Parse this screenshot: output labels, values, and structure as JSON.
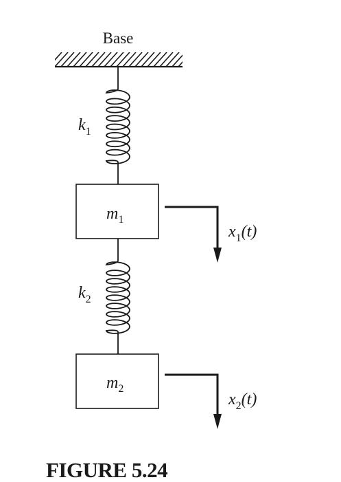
{
  "base_label": "Base",
  "springs": [
    {
      "symbol": "k",
      "subscript": "1"
    },
    {
      "symbol": "k",
      "subscript": "2"
    }
  ],
  "masses": [
    {
      "symbol": "m",
      "subscript": "1"
    },
    {
      "symbol": "m",
      "subscript": "2"
    }
  ],
  "displacements": [
    {
      "symbol": "x",
      "subscript": "1",
      "argument": "(t)"
    },
    {
      "symbol": "x",
      "subscript": "2",
      "argument": "(t)"
    }
  ],
  "caption": "FIGURE 5.24",
  "colors": {
    "ink": "#1a1a1a",
    "background": "#ffffff"
  }
}
